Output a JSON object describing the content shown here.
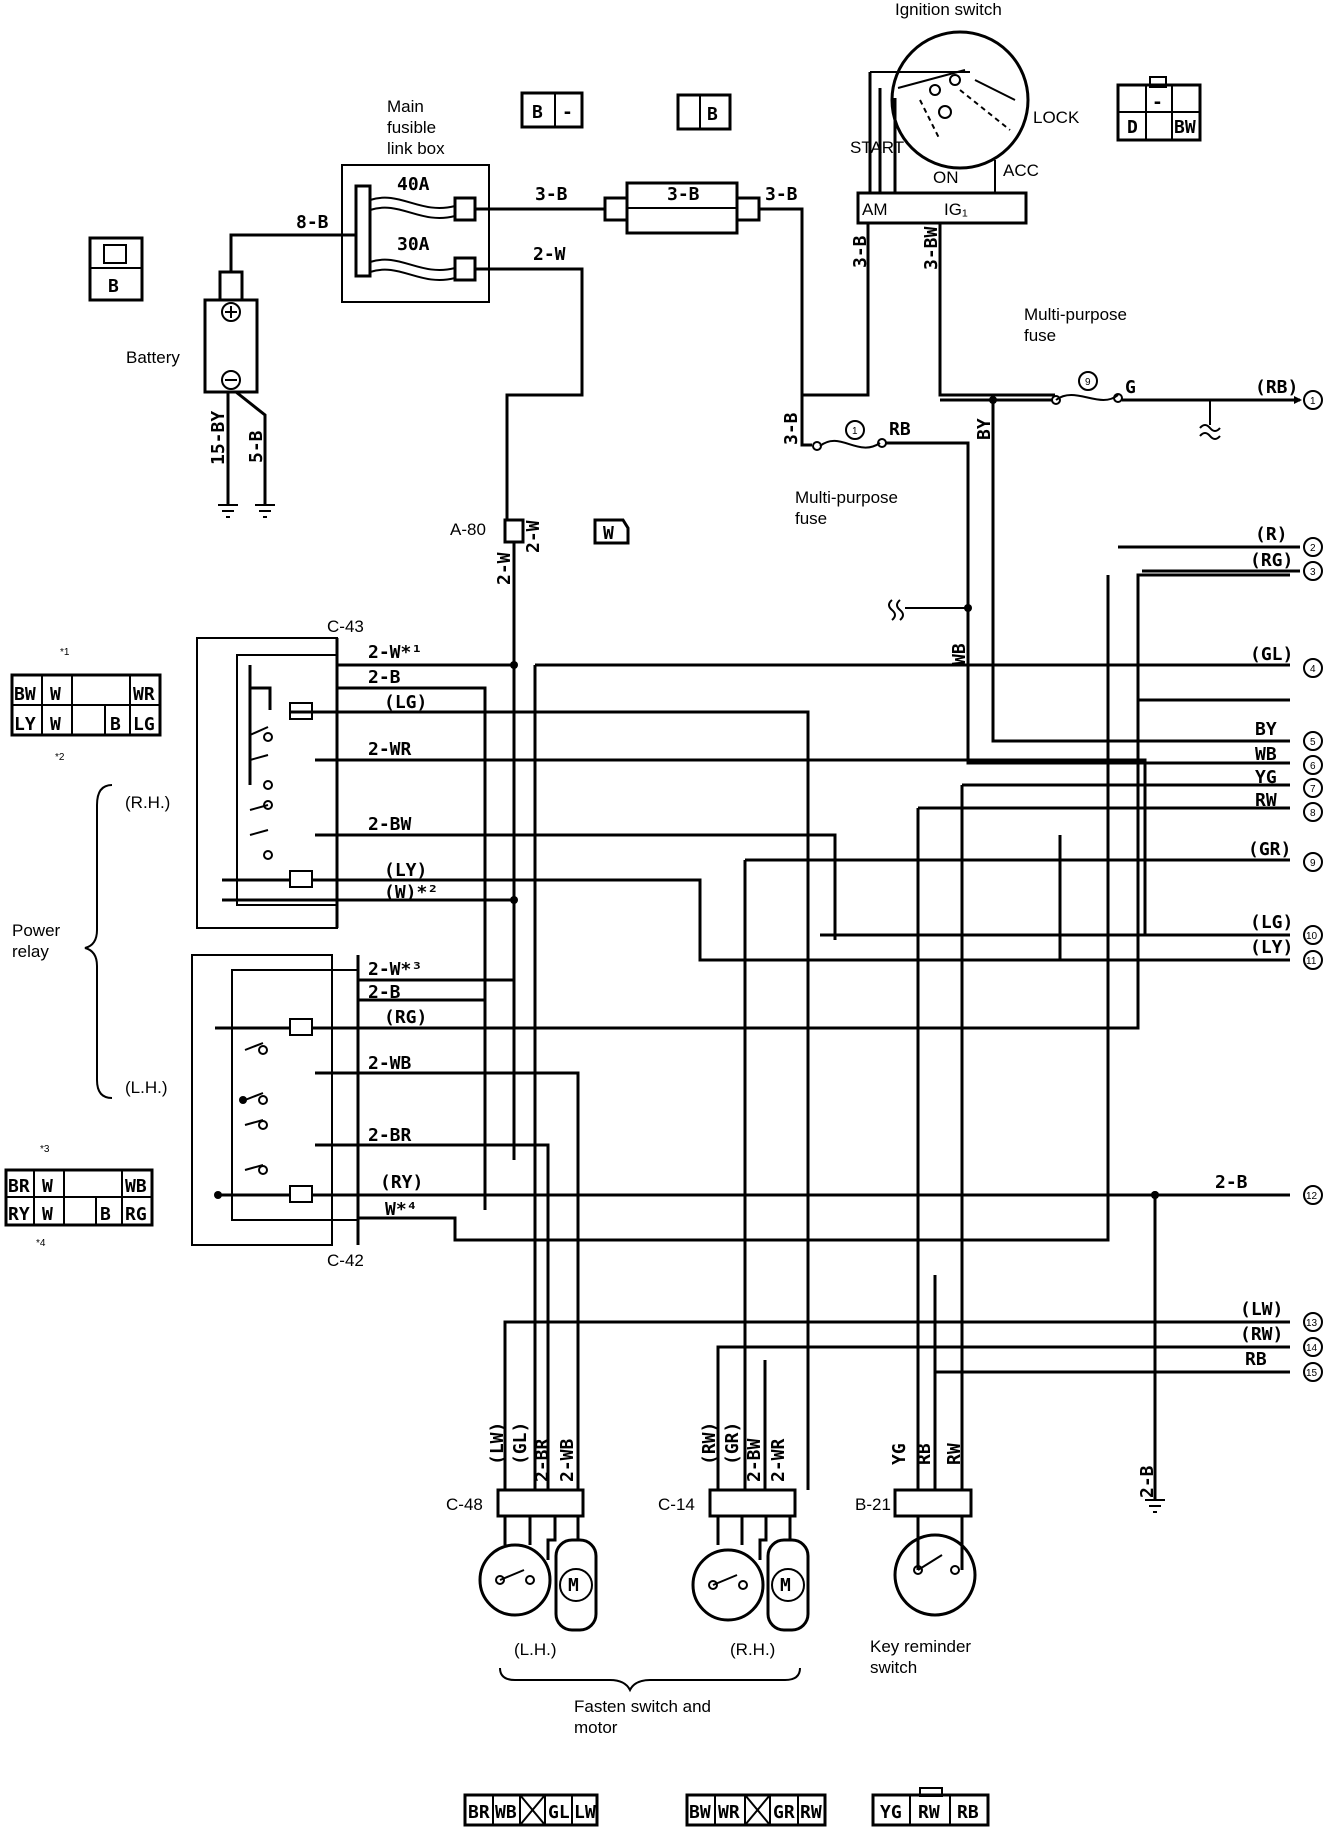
{
  "components": {
    "ignition_switch": {
      "title": "Ignition switch",
      "start": "START",
      "lock": "LOCK",
      "on": "ON",
      "acc": "ACC",
      "am": "AM",
      "ig1": "IG₁"
    },
    "main_fusible_link_box": {
      "title": [
        "Main",
        "fusible",
        "link box"
      ],
      "fuse_40a": "40A",
      "fuse_30a": "30A"
    },
    "battery": {
      "title": "Battery"
    },
    "multi_purpose_fuse_upper": {
      "title": [
        "Multi-purpose",
        "fuse"
      ],
      "number": "9"
    },
    "multi_purpose_fuse_lower": {
      "title": [
        "Multi-purpose",
        "fuse"
      ],
      "number": "1"
    },
    "power_relay": {
      "title": [
        "Power",
        "relay"
      ],
      "rh": "(R.H.)",
      "lh": "(L.H.)"
    },
    "fasten_switch": {
      "title": [
        "Fasten switch and",
        "motor"
      ],
      "lh": "(L.H.)",
      "rh": "(R.H.)"
    },
    "key_reminder_switch": {
      "title": [
        "Key reminder",
        "switch"
      ]
    },
    "motor_symbol": "M"
  },
  "connectors": {
    "a80": "A-80",
    "c43": "C-43",
    "c42": "C-42",
    "c48": "C-48",
    "c14": "C-14",
    "b21": "B-21",
    "top_left": [
      "B",
      "-"
    ],
    "top_mid": "B",
    "ignition_conn": [
      "D",
      "-",
      "BW"
    ],
    "battery_conn": "B",
    "w_conn": "W",
    "c43_conn": {
      "top": [
        "BW",
        "W",
        "WR"
      ],
      "bottom": [
        "LY",
        "W",
        "B",
        "LG"
      ],
      "note_top": "*1",
      "note_bottom": "*2"
    },
    "c42_conn": {
      "top": [
        "BR",
        "W",
        "WB"
      ],
      "bottom": [
        "RY",
        "W",
        "B",
        "RG"
      ],
      "note_top": "*3",
      "note_bottom": "*4"
    },
    "c48_conn": [
      "BR",
      "WB",
      "GL",
      "LW"
    ],
    "c14_conn": [
      "BW",
      "WR",
      "GR",
      "RW"
    ],
    "b21_conn": [
      "YG",
      "RW",
      "RB"
    ]
  },
  "wires": {
    "w_8b": "8-B",
    "w_3b_a": "3-B",
    "w_3b_fuse": "3-B",
    "w_3b_b": "3-B",
    "w_2w": "2-W",
    "w_3b_v": "3-B",
    "w_3bw_v": "3-BW",
    "w_g": "G",
    "w_rb_top": "(RB)",
    "w_3b_low": "3-B",
    "w_rb_fuse": "RB",
    "w_by_v": "BY",
    "w_15by": "15-BY",
    "w_5b": "5-B",
    "w_2w_v1": "2-W",
    "w_2w_v2": "2-W",
    "w_wb_v": "WB",
    "rh_relay": [
      "2-W*¹",
      "2-B",
      "(LG)",
      "2-WR",
      "2-BW",
      "(LY)",
      "(W)*²"
    ],
    "lh_relay": [
      "2-W*³",
      "2-B",
      "(RG)",
      "2-WB",
      "2-BR",
      "(RY)",
      "W*⁴"
    ],
    "c48_wires": [
      "(LW)",
      "(GL)",
      "2-BR",
      "2-WB"
    ],
    "c14_wires": [
      "(RW)",
      "(GR)",
      "2-BW",
      "2-WR"
    ],
    "b21_wires": [
      "YG",
      "RB",
      "RW"
    ],
    "w_2b_ground": "2-B"
  },
  "outputs": [
    {
      "num": "1",
      "wire": "(RB)"
    },
    {
      "num": "2",
      "wire": "(R)"
    },
    {
      "num": "3",
      "wire": "(RG)"
    },
    {
      "num": "4",
      "wire": "(GL)"
    },
    {
      "num": "5",
      "wire": "BY"
    },
    {
      "num": "6",
      "wire": "WB"
    },
    {
      "num": "7",
      "wire": "YG"
    },
    {
      "num": "8",
      "wire": "RW"
    },
    {
      "num": "9",
      "wire": "(GR)"
    },
    {
      "num": "10",
      "wire": "(LG)"
    },
    {
      "num": "11",
      "wire": "(LY)"
    },
    {
      "num": "12",
      "wire": "2-B"
    },
    {
      "num": "13",
      "wire": "(LW)"
    },
    {
      "num": "14",
      "wire": "(RW)"
    },
    {
      "num": "15",
      "wire": "RB"
    }
  ]
}
